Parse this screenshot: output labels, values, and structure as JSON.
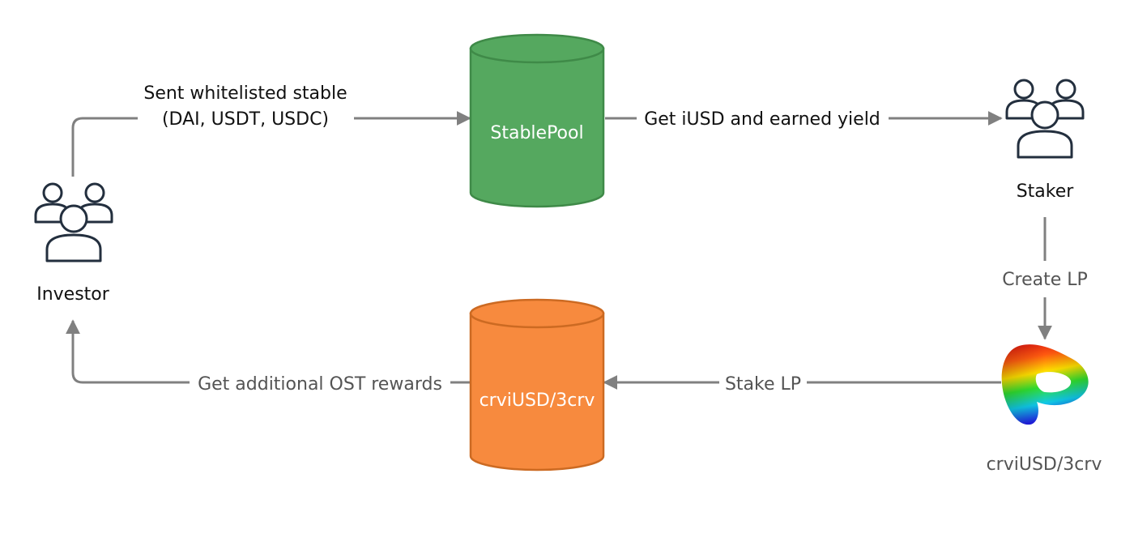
{
  "nodes": {
    "investor": {
      "label": "Investor",
      "icon": "users-group-icon"
    },
    "stable_pool": {
      "label": "StablePool",
      "fill": "#55a85f",
      "stroke": "#3f8a48",
      "text_color": "#ffffff"
    },
    "staker": {
      "label": "Staker",
      "icon": "users-group-icon"
    },
    "curve_lp": {
      "label": "crviUSD/3crv",
      "icon": "curve-logo-icon"
    },
    "crv_pool": {
      "label": "crviUSD/3crv",
      "fill": "#f78a3e",
      "stroke": "#cc6a22",
      "text_color": "#ffffff"
    }
  },
  "edges": {
    "sent_stable": {
      "line1": "Sent whitelisted stable",
      "line2": "(DAI, USDT, USDC)"
    },
    "get_iusd": {
      "label": "Get iUSD and earned yield"
    },
    "create_lp": {
      "label": "Create LP"
    },
    "stake_lp": {
      "label": "Stake LP"
    },
    "get_ost": {
      "label": "Get additional OST rewards"
    }
  },
  "colors": {
    "icon_stroke": "#232f3e",
    "arrow": "#808080",
    "edge_text": "#545454",
    "node_text": "#111111"
  }
}
